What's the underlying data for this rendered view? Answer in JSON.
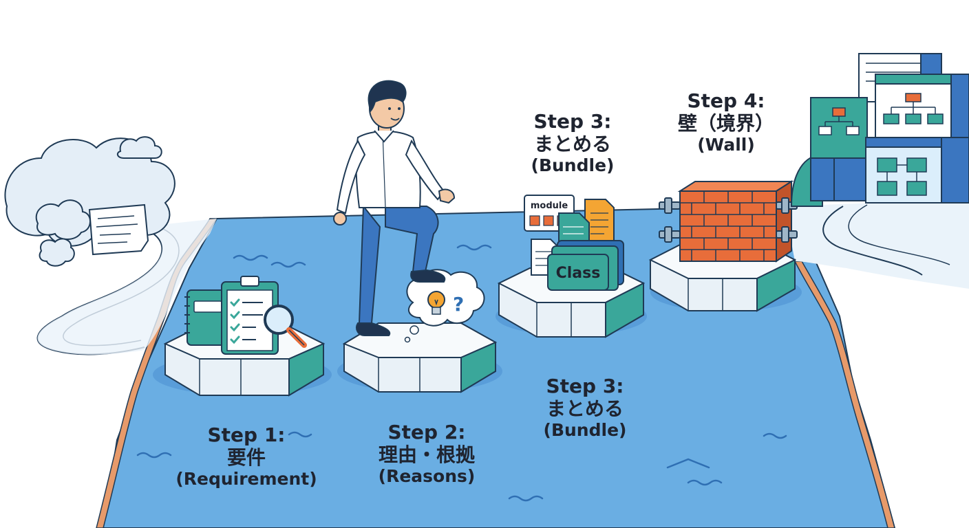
{
  "steps": [
    {
      "id": "step1",
      "number": "Step 1:",
      "jp": "要件",
      "en": "(Requirement)"
    },
    {
      "id": "step2",
      "number": "Step 2:",
      "jp": "理由・根拠",
      "en": "(Reasons)"
    },
    {
      "id": "step3",
      "number": "Step 3:",
      "jp": "まとめる",
      "en": "(Bundle)"
    },
    {
      "id": "step3b",
      "number": "Step 3:",
      "jp": "まとめる",
      "en": "(Bundle)"
    },
    {
      "id": "step4",
      "number": "Step 4:",
      "jp": "壁（境界）",
      "en": "(Wall)"
    }
  ],
  "icons": {
    "module_label": "module",
    "class_label": "Class",
    "question_mark": "?"
  },
  "colors": {
    "water": "#6aaee3",
    "water_dark": "#4a90d1",
    "platform_top": "#f4f8fb",
    "platform_side": "#e9f1f7",
    "platform_teal": "#3aa79a",
    "brick": "#e86d3a",
    "brick_dark": "#c2542a",
    "cliff": "#e79a6a",
    "outline": "#1f3a55",
    "shirt": "#ffffff",
    "pants": "#3b76c0",
    "hair": "#1f3450"
  }
}
